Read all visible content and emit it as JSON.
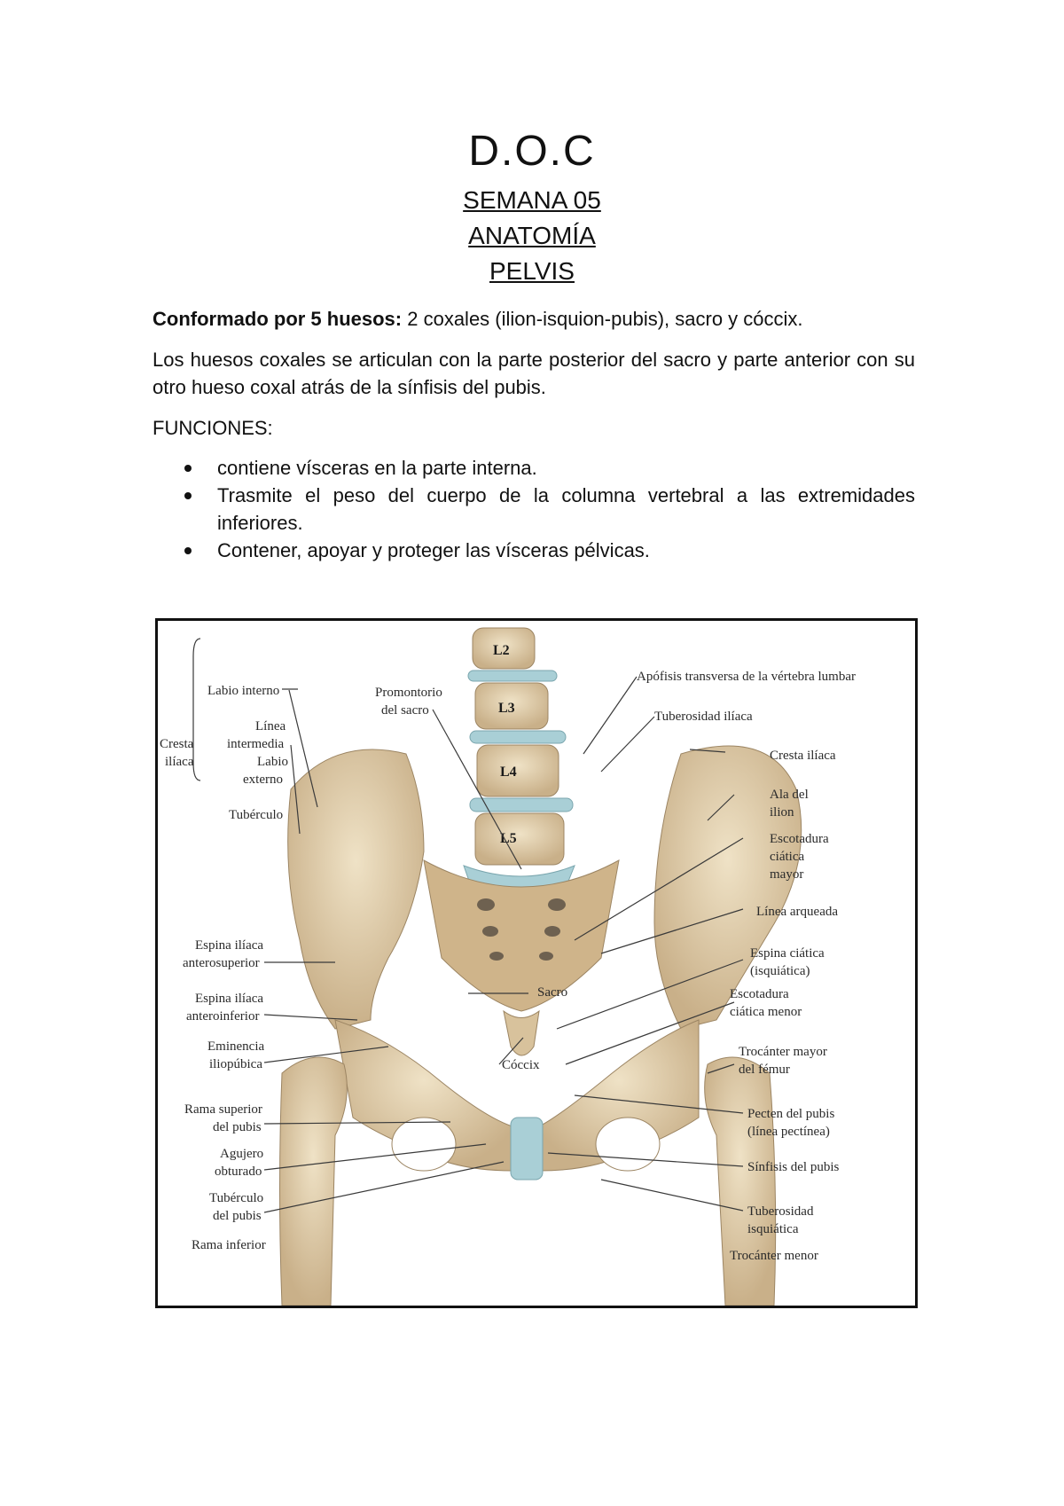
{
  "document": {
    "title": "D.O.C",
    "subtitles": [
      "SEMANA 05",
      "ANATOMÍA",
      "PELVIS"
    ],
    "intro_bold": "Conformado por 5 huesos:",
    "intro_rest": " 2 coxales (ilion-isquion-pubis), sacro y cóccix.",
    "paragraph": "Los huesos coxales se articulan con la parte posterior del sacro y parte anterior con su otro hueso coxal atrás de la sínfisis del pubis.",
    "funciones_heading": "FUNCIONES:",
    "bullets": [
      "contiene vísceras en la parte interna.",
      "Trasmite el peso del cuerpo de la columna vertebral a las extremidades inferiores.",
      "Contener, apoyar y proteger las vísceras pélvicas."
    ]
  },
  "figure": {
    "colors": {
      "bone": "#e3d1b0",
      "bone_shadow": "#b89f78",
      "cartilage": "#a9cfd6",
      "foramen": "#6e6150"
    },
    "vertebra_labels": [
      "L2",
      "L3",
      "L4",
      "L5"
    ],
    "labels_left": {
      "labio_interno": "Labio interno",
      "linea_1": "Línea",
      "linea_2": "intermedia",
      "labio_ext_1": "Labio",
      "labio_ext_2": "externo",
      "tuberculo": "Tubérculo",
      "cresta_1": "Cresta",
      "cresta_2": "ilíaca",
      "promontorio_1": "Promontorio",
      "promontorio_2": "del sacro",
      "eas_1": "Espina ilíaca",
      "eas_2": "anterosuperior",
      "eai_1": "Espina ilíaca",
      "eai_2": "anteroinferior",
      "emin_1": "Eminencia",
      "emin_2": "iliopúbica",
      "rama_sup_1": "Rama superior",
      "rama_sup_2": "del pubis",
      "agujero_1": "Agujero",
      "agujero_2": "obturado",
      "tub_pubis_1": "Tubérculo",
      "tub_pubis_2": "del pubis",
      "rama_inf": "Rama inferior"
    },
    "labels_right": {
      "apofisis": "Apófisis transversa de la vértebra lumbar",
      "tuberosidad_iliaca": "Tuberosidad ilíaca",
      "cresta_iliaca": "Cresta ilíaca",
      "ala_1": "Ala del",
      "ala_2": "ilion",
      "esc_mayor_1": "Escotadura",
      "esc_mayor_2": "ciática",
      "esc_mayor_3": "mayor",
      "linea_arqueada": "Línea arqueada",
      "espina_ciatica_1": "Espina ciática",
      "espina_ciatica_2": "(isquiática)",
      "esc_menor_1": "Escotadura",
      "esc_menor_2": "ciática menor",
      "trocanter_1": "Trocánter mayor",
      "trocanter_2": "del fémur",
      "pecten_1": "Pecten del pubis",
      "pecten_2": "(línea pectínea)",
      "sinfisis": "Sínfisis del pubis",
      "tub_isq_1": "Tuberosidad",
      "tub_isq_2": "isquiática",
      "troc_menor": "Trocánter menor",
      "sacro": "Sacro",
      "coccix": "Cóccix"
    }
  }
}
